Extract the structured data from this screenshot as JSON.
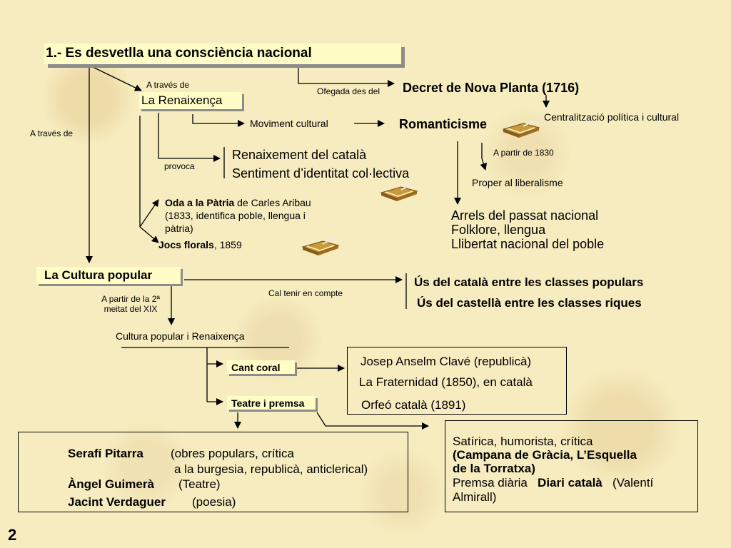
{
  "title": "1.- Es desvetlla una consciència nacional",
  "labels": {
    "a_traves_de_1": "A través de",
    "a_traves_de_2": "A través de",
    "ofegada": "Ofegada des del",
    "provoca": "provoca",
    "moviment_cultural": "Moviment cultural",
    "a_partir_1830": "A partir de 1830",
    "cal_tenir": "Cal tenir en compte",
    "a_partir_2a_line1": "A partir de la 2ª",
    "a_partir_2a_line2": "meitat del XIX"
  },
  "nodes": {
    "renaixenca": "La Renaixença",
    "decret": "Decret de Nova Planta (1716)",
    "centralitzacio": "Centralització política i cultural",
    "romanticisme": "Romanticisme",
    "renaixement": "Renaixement del català",
    "sentiment": "Sentiment d’identitat col·lectiva",
    "proper": "Proper al liberalisme",
    "oda_bold": "Oda a la Pàtria",
    "oda_rest": " de Carles Aribau",
    "oda_line2": "(1833, identifica poble, llengua i",
    "oda_line3": "pàtria)",
    "jocs_bold": "Jocs florals",
    "jocs_rest": ", 1859",
    "arrels": "Arrels del passat nacional",
    "folklore": "Folklore, llengua",
    "llibertat": "Llibertat nacional del poble",
    "cultura_popular": "La Cultura popular",
    "us_catala": "Ús del català entre les classes populars",
    "us_castella": "Ús del castellà entre les classes riques",
    "cultura_renaixenca": "Cultura popular i Renaixença",
    "cant_coral": "Cant coral",
    "teatre_premsa": "Teatre i premsa"
  },
  "clave_box": {
    "line1": "Josep Anselm Clavé (republicà)",
    "line2": "La Fraternidad (1850), en català",
    "line3": "Orfeó català (1891)"
  },
  "authors_box": {
    "pitarra_name": "Serafí Pitarra",
    "pitarra_desc1": "(obres populars, crítica",
    "pitarra_desc2": "a la burgesia, republicà, anticlerical)",
    "guimera_name": "Àngel Guimerà",
    "guimera_desc": "(Teatre)",
    "verdaguer_name": "Jacint Verdaguer",
    "verdaguer_desc": "(poesia)"
  },
  "press_box": {
    "line1": "Satírica, humorista, crítica",
    "line2": "(Campana de Gràcia, L’Esquella",
    "line3": "de la Torratxa)",
    "line4a": "Premsa diària",
    "line4b": "Diari català",
    "line4c": "(Valentí",
    "line5": "Almirall)"
  },
  "page_number": "2",
  "colors": {
    "background": "#f6ecbf",
    "box_fill": "#fffcc6",
    "box_shadow": "#8c8c8c",
    "lines": "#000000"
  },
  "icons": [
    "book-quill-icon",
    "book-quill-icon",
    "book-quill-icon"
  ]
}
